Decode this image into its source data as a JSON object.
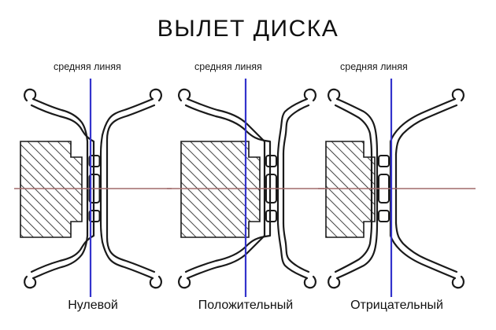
{
  "page": {
    "title": "ВЫЛЕТ ДИСКА",
    "background_color": "#ffffff"
  },
  "colors": {
    "centerline_blue": "#3333cc",
    "axis_red": "#a06a6a",
    "outline_black": "#1a1a1a",
    "hatch_black": "#222222",
    "text_black": "#111111"
  },
  "panels": [
    {
      "id": "zero",
      "centerline_label": "средняя линяя",
      "caption": "Нулевой",
      "offset_type": "zero",
      "hub_face_relative_to_centerline": "on-centerline"
    },
    {
      "id": "positive",
      "centerline_label": "средняя линяя",
      "caption": "Положительный",
      "offset_type": "positive",
      "hub_face_relative_to_centerline": "outboard-of-centerline"
    },
    {
      "id": "negative",
      "centerline_label": "средняя линяя",
      "caption": "Отрицательный",
      "offset_type": "negative",
      "hub_face_relative_to_centerline": "inboard-of-centerline"
    }
  ]
}
